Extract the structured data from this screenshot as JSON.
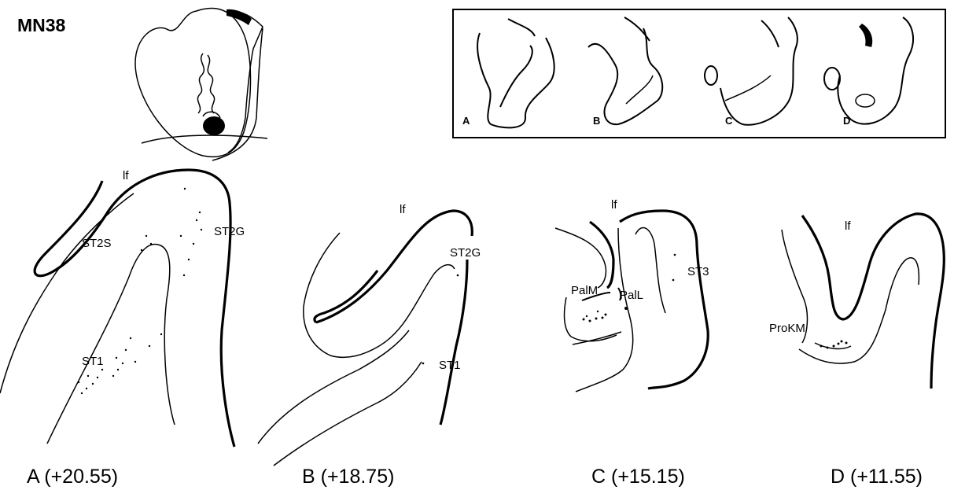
{
  "case_id": "MN38",
  "inset_labels": [
    "A",
    "B",
    "C",
    "D"
  ],
  "panels": [
    {
      "caption": "A (+20.55)",
      "labels": {
        "lf": "lf",
        "st2s": "ST2S",
        "st2g": "ST2G",
        "st1": "ST1"
      }
    },
    {
      "caption": "B (+18.75)",
      "labels": {
        "lf": "lf",
        "st2g": "ST2G",
        "st1": "ST1"
      }
    },
    {
      "caption": "C (+15.15)",
      "labels": {
        "lf": "lf",
        "st3": "ST3",
        "palm": "PalM",
        "pall": "PalL"
      }
    },
    {
      "caption": "D (+11.55)",
      "labels": {
        "lf": "lf",
        "prokm": "ProKM"
      }
    }
  ]
}
